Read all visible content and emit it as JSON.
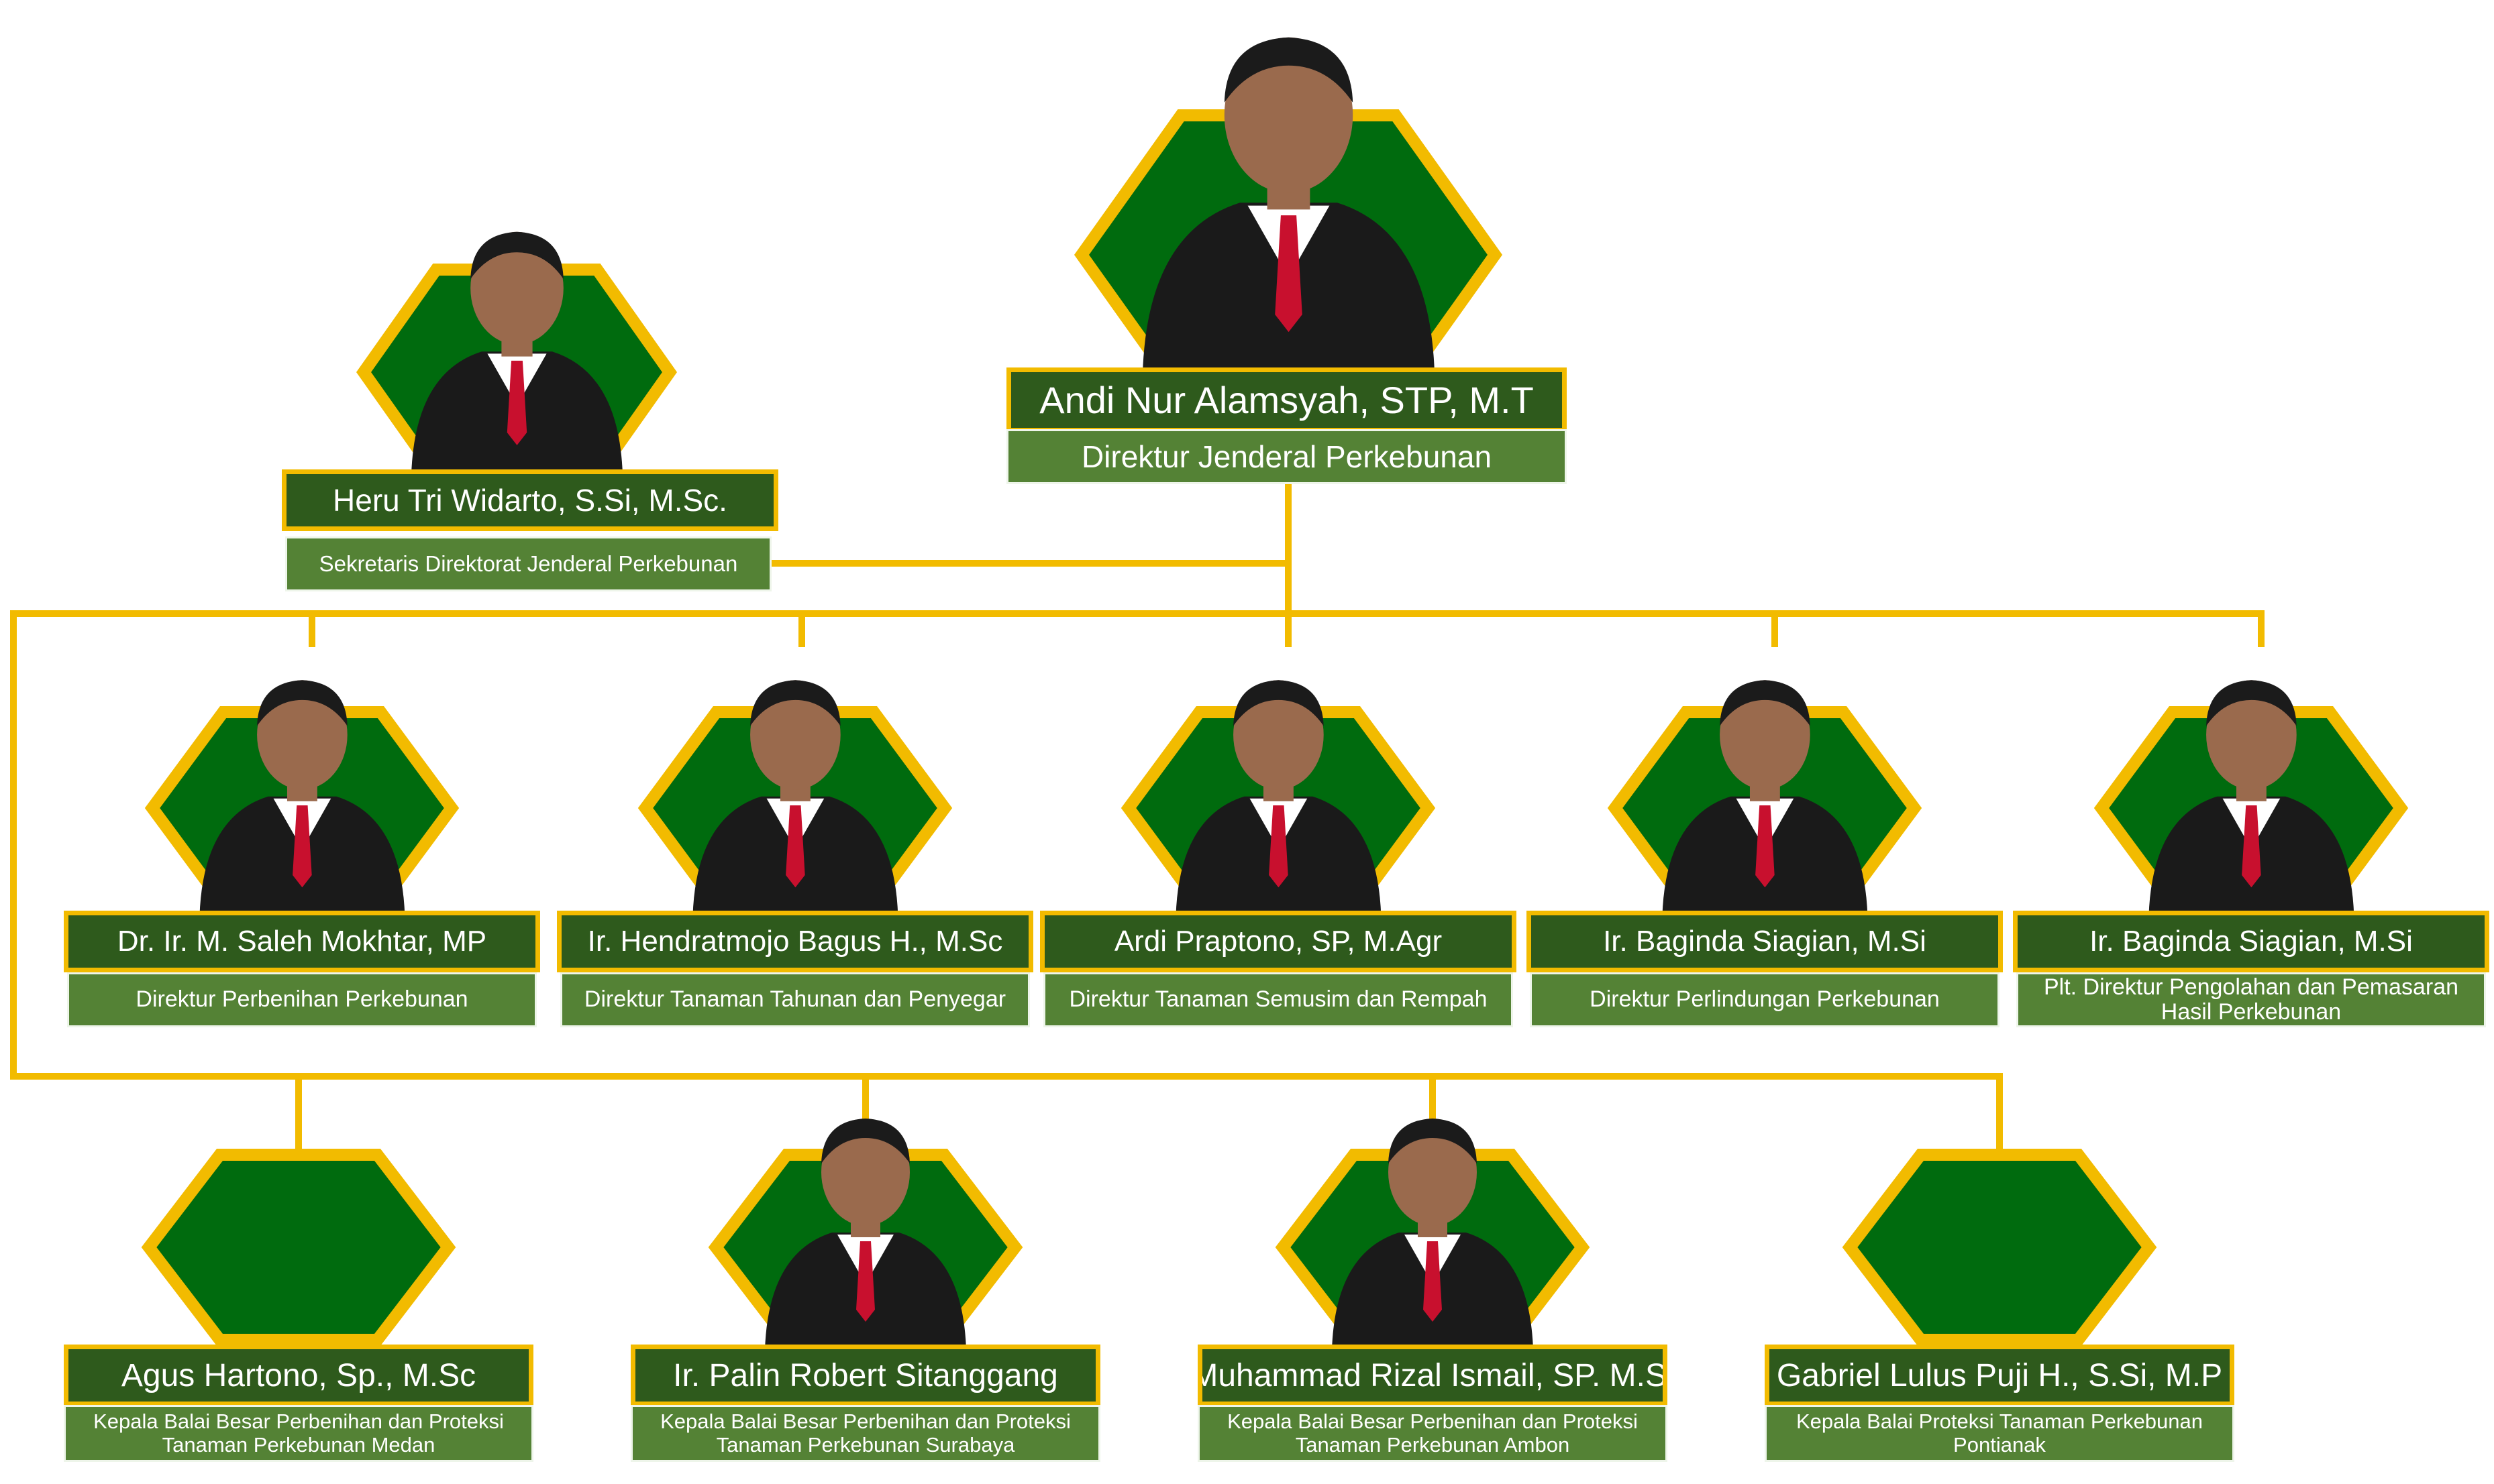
{
  "colors": {
    "line": "#f2bb00",
    "hex_fill": "#006b0e",
    "name_bg": "#2e5a1c",
    "role_bg": "#548235",
    "suit": "#1a1a1a",
    "tie": "#c8102e",
    "skin": "#9a6a4d"
  },
  "head": {
    "name": "Andi Nur Alamsyah, STP, M.T",
    "role": "Direktur Jenderal Perkebunan",
    "icon": "person-photo"
  },
  "secretary": {
    "name": "Heru Tri Widarto, S.Si, M.Sc.",
    "role": "Sekretaris Direktorat Jenderal Perkebunan",
    "icon": "person-photo"
  },
  "directors": [
    {
      "name": "Dr. Ir. M. Saleh Mokhtar, MP",
      "role": "Direktur Perbenihan Perkebunan",
      "icon": "person-photo"
    },
    {
      "name": "Ir. Hendratmojo Bagus H., M.Sc",
      "role": "Direktur Tanaman Tahunan dan Penyegar",
      "icon": "person-photo"
    },
    {
      "name": "Ardi Praptono, SP, M.Agr",
      "role": "Direktur Tanaman Semusim dan Rempah",
      "icon": "person-photo"
    },
    {
      "name": "Ir. Baginda Siagian, M.Si",
      "role": "Direktur Perlindungan Perkebunan",
      "icon": "person-photo"
    },
    {
      "name": "Ir. Baginda Siagian, M.Si",
      "role": "Plt. Direktur Pengolahan dan Pemasaran Hasil Perkebunan",
      "icon": "person-photo"
    }
  ],
  "heads_of_centers": [
    {
      "name": "Agus Hartono, Sp., M.Sc",
      "role": "Kepala Balai Besar Perbenihan dan Proteksi Tanaman Perkebunan Medan",
      "icon": "empty-hexagon"
    },
    {
      "name": "Ir. Palin Robert Sitanggang",
      "role": "Kepala Balai Besar Perbenihan dan Proteksi Tanaman Perkebunan Surabaya",
      "icon": "person-photo"
    },
    {
      "name": "Muhammad Rizal Ismail, SP. M.Si",
      "role": "Kepala Balai Besar Perbenihan dan Proteksi Tanaman Perkebunan Ambon",
      "icon": "person-photo"
    },
    {
      "name": "Gabriel Lulus Puji H., S.Si, M.P",
      "role": "Kepala Balai Proteksi Tanaman Perkebunan Pontianak",
      "icon": "empty-hexagon"
    }
  ]
}
